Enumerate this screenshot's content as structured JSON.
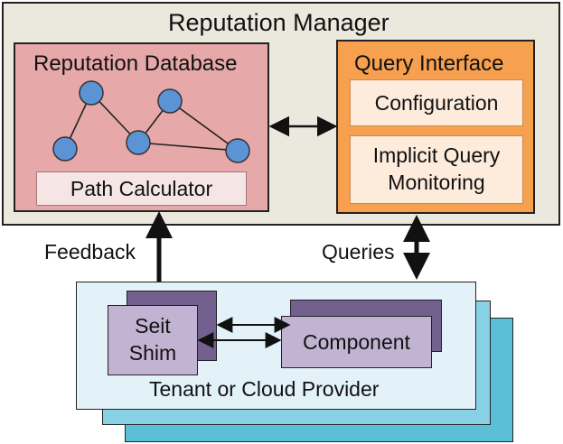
{
  "manager": {
    "title": "Reputation Manager"
  },
  "database": {
    "title": "Reputation Database",
    "path_calculator": "Path Calculator"
  },
  "query_interface": {
    "title": "Query Interface",
    "configuration": "Configuration",
    "implicit_line1": "Implicit Query",
    "implicit_line2": "Monitoring"
  },
  "edges": {
    "feedback": "Feedback",
    "queries": "Queries"
  },
  "tenant": {
    "title": "Tenant or Cloud Provider",
    "shim_line1": "Seit",
    "shim_line2": "Shim",
    "component": "Component"
  },
  "colors": {
    "manager_fill": "#ebe9de",
    "database_fill": "#e6a8a8",
    "query_fill": "#f7a04f",
    "tenant_fill": "#e3f2f8",
    "tenant_shadow": "#5bbfd8",
    "component_fill": "#c3b3d3",
    "component_shadow": "#73608f",
    "graph_node": "#5b93d4"
  }
}
